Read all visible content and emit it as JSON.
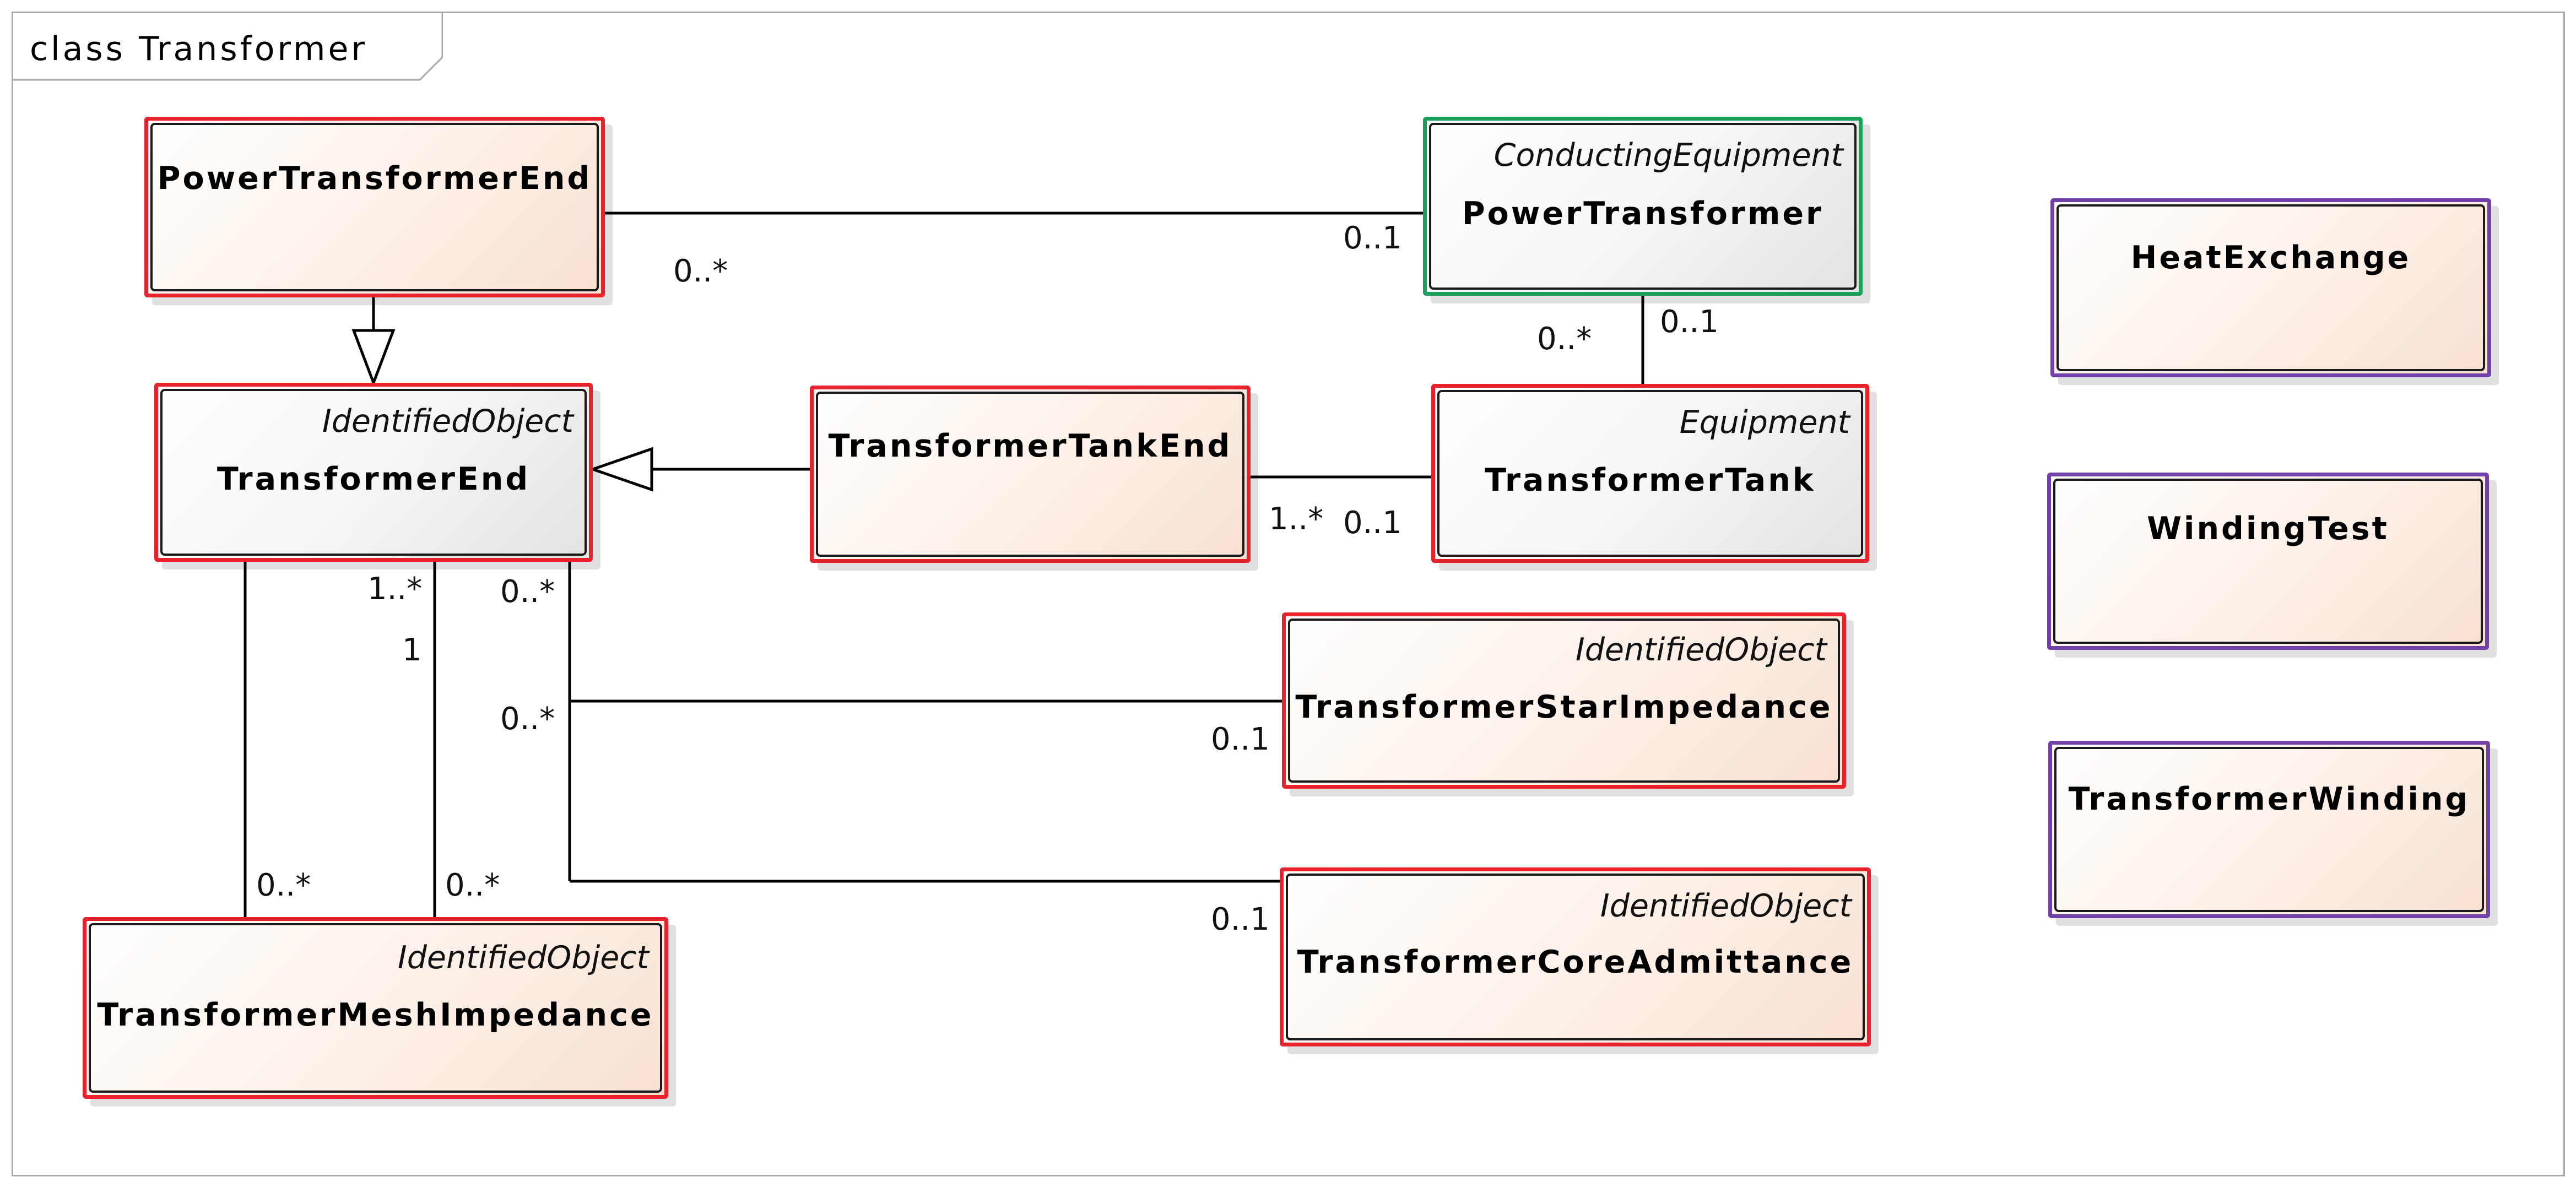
{
  "frame": {
    "label": "class Transformer"
  },
  "classes": {
    "power_transformer_end": {
      "name": "PowerTransformerEnd",
      "stereotype": ""
    },
    "power_transformer": {
      "name": "PowerTransformer",
      "stereotype": "ConductingEquipment"
    },
    "heat_exchange": {
      "name": "HeatExchange",
      "stereotype": ""
    },
    "transformer_end": {
      "name": "TransformerEnd",
      "stereotype": "IdentifiedObject"
    },
    "transformer_tank_end": {
      "name": "TransformerTankEnd",
      "stereotype": ""
    },
    "transformer_tank": {
      "name": "TransformerTank",
      "stereotype": "Equipment"
    },
    "winding_test": {
      "name": "WindingTest",
      "stereotype": ""
    },
    "transformer_star_impedance": {
      "name": "TransformerStarImpedance",
      "stereotype": "IdentifiedObject"
    },
    "transformer_winding": {
      "name": "TransformerWinding",
      "stereotype": ""
    },
    "transformer_mesh_impedance": {
      "name": "TransformerMeshImpedance",
      "stereotype": "IdentifiedObject"
    },
    "transformer_core_admittance": {
      "name": "TransformerCoreAdmittance",
      "stereotype": "IdentifiedObject"
    }
  },
  "multiplicities": {
    "pte_to_pt_source": "0..*",
    "pte_to_pt_target": "0..1",
    "pt_to_tank_top": "0..1",
    "pt_to_tank_bottom": "0..*",
    "tankend_to_tank_source": "1..*",
    "tankend_to_tank_target": "0..1",
    "te_mesh_from_1": "1..*",
    "te_mesh_from_2": "1",
    "te_side_upper": "0..*",
    "te_side_lower": "0..*",
    "star_target": "0..1",
    "core_target": "0..1",
    "mesh_left": "0..*",
    "mesh_right": "0..*"
  },
  "colors": {
    "border_concrete": "#e8212b",
    "border_external": "#1aa05a",
    "border_deprecated": "#7140a8",
    "fill": "#f9e1d3"
  }
}
